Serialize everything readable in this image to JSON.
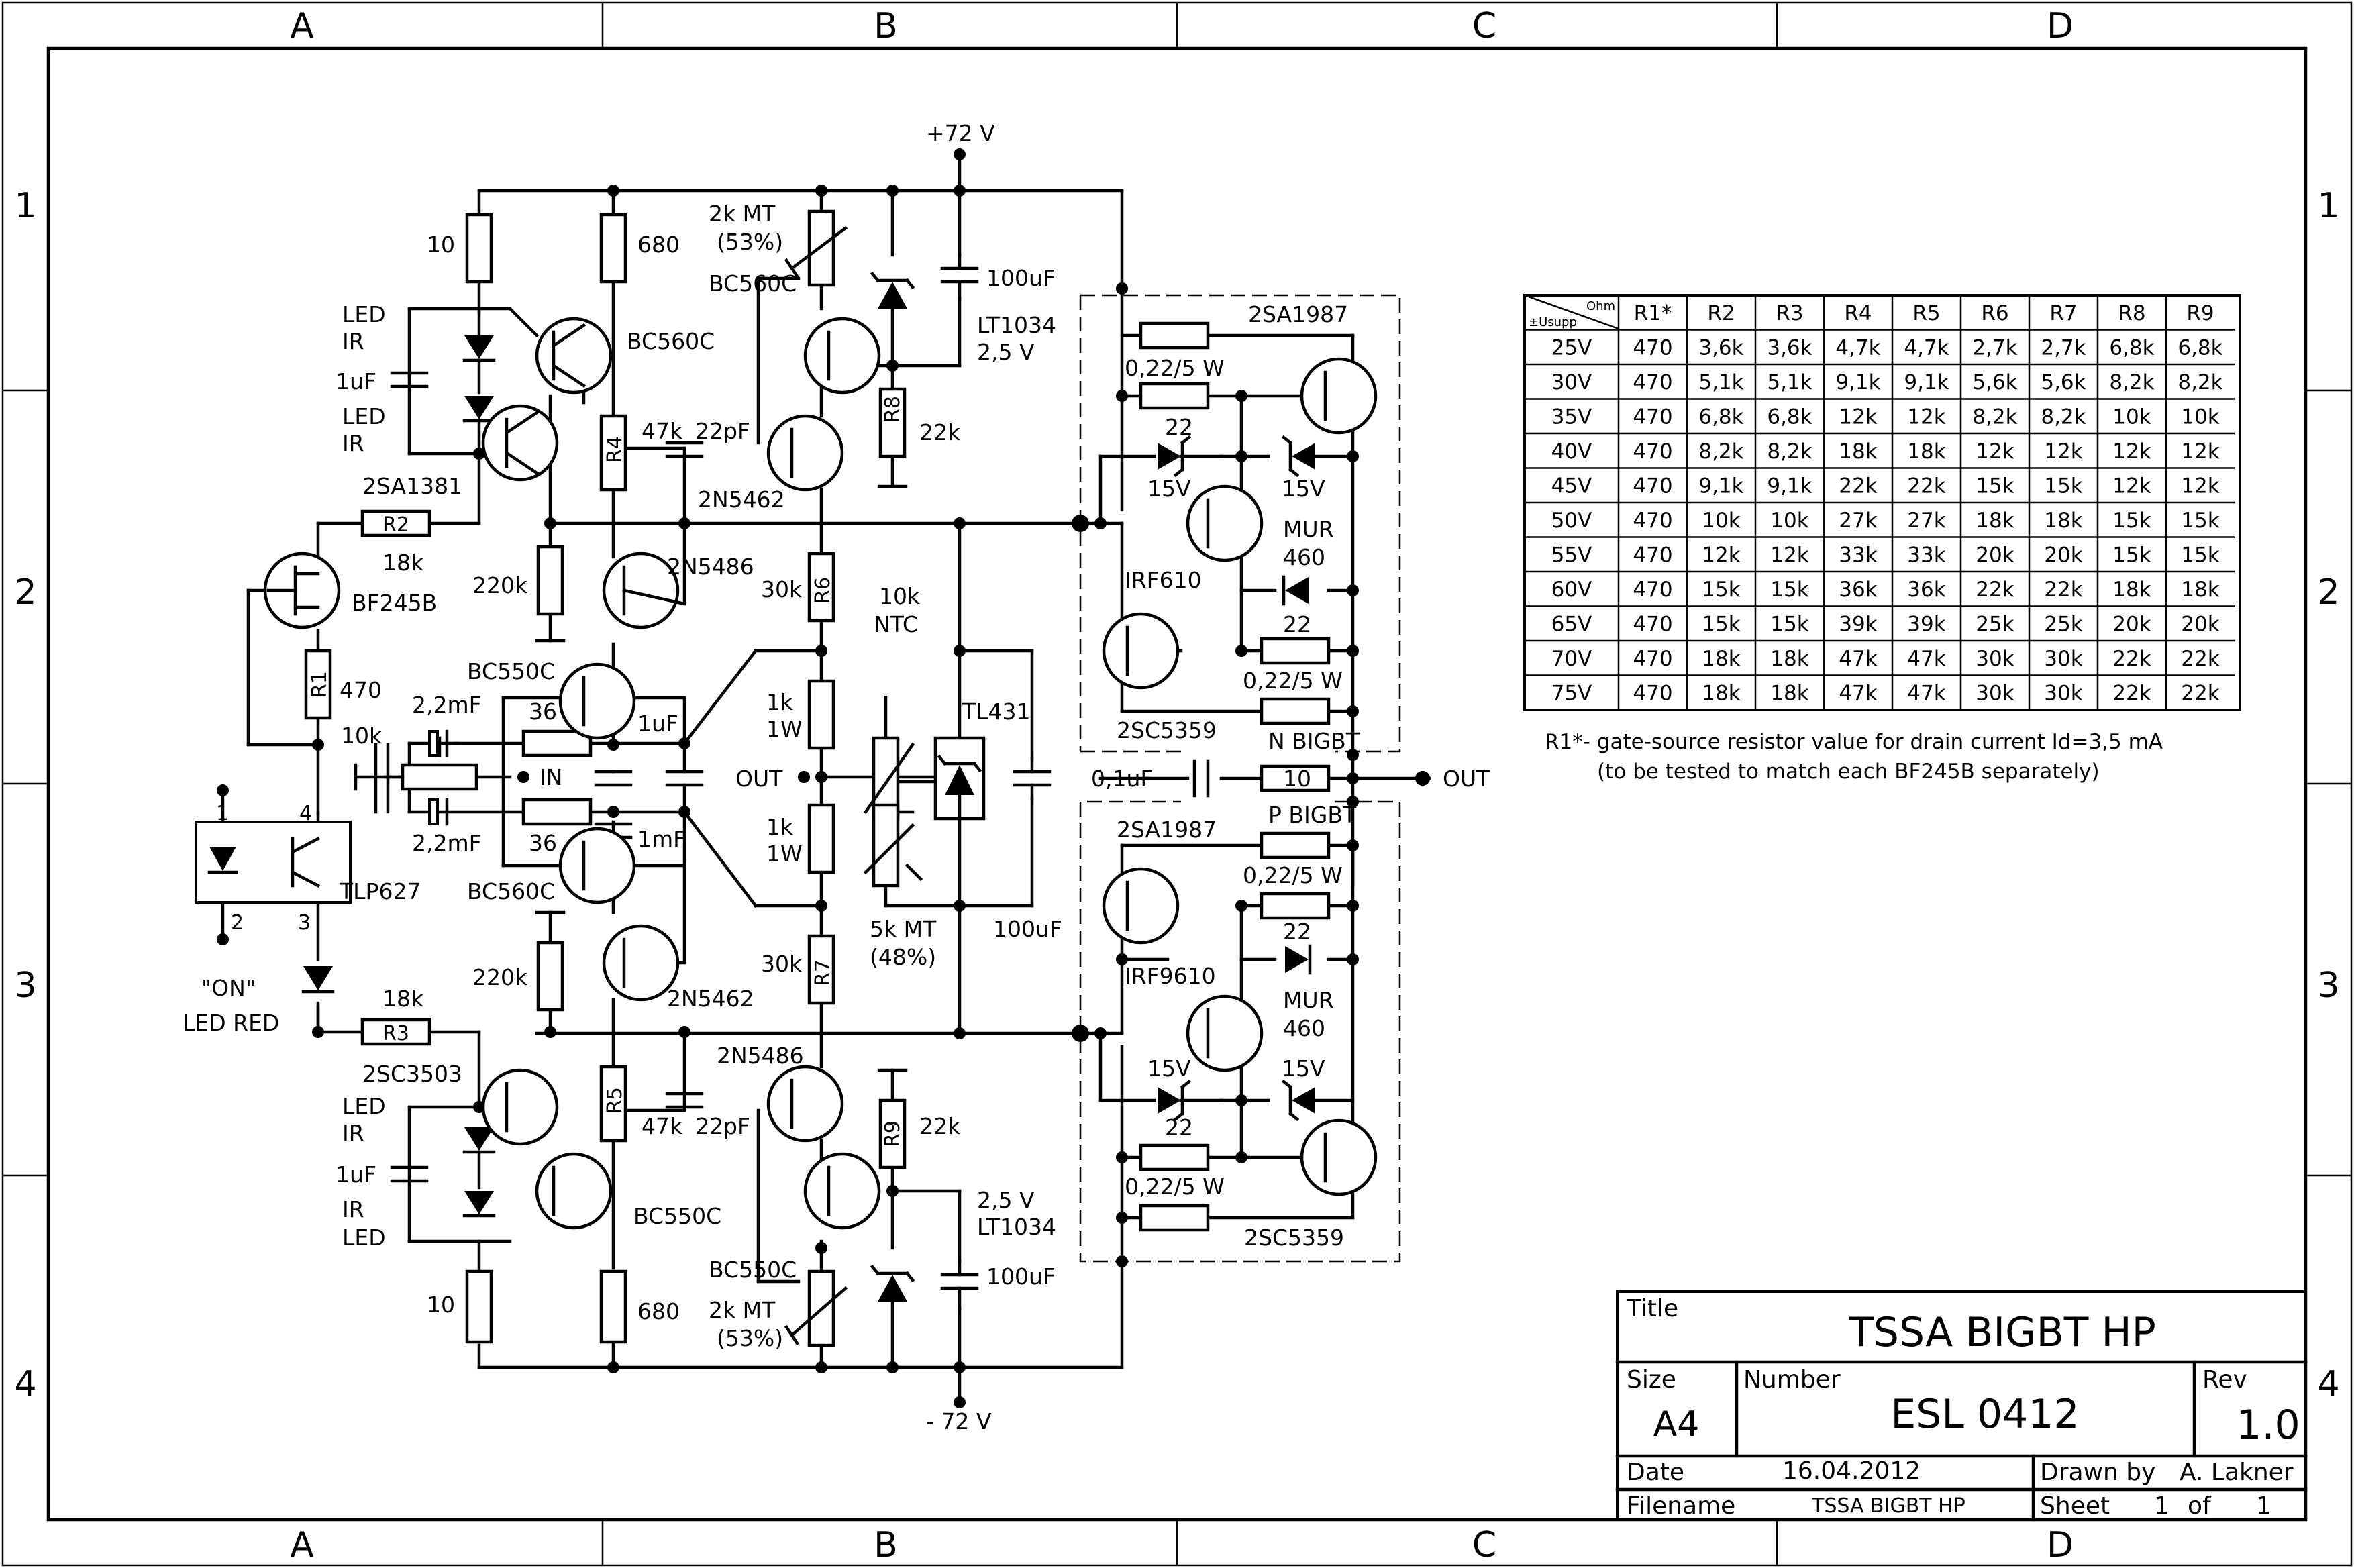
{
  "frame": {
    "columns": [
      "A",
      "B",
      "C",
      "D"
    ],
    "rows": [
      "1",
      "2",
      "3",
      "4"
    ]
  },
  "title_block": {
    "title_caption": "Title",
    "title": "TSSA BIGBT HP",
    "size_caption": "Size",
    "size": "A4",
    "number_caption": "Number",
    "number": "ESL 0412",
    "rev_caption": "Rev",
    "rev": "1.0",
    "date_caption": "Date",
    "date": "16.04.2012",
    "drawn_caption": "Drawn by",
    "drawn": "A. Lakner",
    "filename_caption": "Filename",
    "filename": "TSSA BIGBT HP",
    "sheet_caption": "Sheet",
    "sheet_no": "1",
    "of_caption": "of",
    "sheet_total": "1"
  },
  "table": {
    "corner_top": "Ohm",
    "corner_bottom": "±Usupp",
    "headers": [
      "R1*",
      "R2",
      "R3",
      "R4",
      "R5",
      "R6",
      "R7",
      "R8",
      "R9"
    ],
    "rows": [
      [
        "25V",
        "470",
        "3,6k",
        "3,6k",
        "4,7k",
        "4,7k",
        "2,7k",
        "2,7k",
        "6,8k",
        "6,8k"
      ],
      [
        "30V",
        "470",
        "5,1k",
        "5,1k",
        "9,1k",
        "9,1k",
        "5,6k",
        "5,6k",
        "8,2k",
        "8,2k"
      ],
      [
        "35V",
        "470",
        "6,8k",
        "6,8k",
        "12k",
        "12k",
        "8,2k",
        "8,2k",
        "10k",
        "10k"
      ],
      [
        "40V",
        "470",
        "8,2k",
        "8,2k",
        "18k",
        "18k",
        "12k",
        "12k",
        "12k",
        "12k"
      ],
      [
        "45V",
        "470",
        "9,1k",
        "9,1k",
        "22k",
        "22k",
        "15k",
        "15k",
        "12k",
        "12k"
      ],
      [
        "50V",
        "470",
        "10k",
        "10k",
        "27k",
        "27k",
        "18k",
        "18k",
        "15k",
        "15k"
      ],
      [
        "55V",
        "470",
        "12k",
        "12k",
        "33k",
        "33k",
        "20k",
        "20k",
        "15k",
        "15k"
      ],
      [
        "60V",
        "470",
        "15k",
        "15k",
        "36k",
        "36k",
        "22k",
        "22k",
        "18k",
        "18k"
      ],
      [
        "65V",
        "470",
        "15k",
        "15k",
        "39k",
        "39k",
        "25k",
        "25k",
        "20k",
        "20k"
      ],
      [
        "70V",
        "470",
        "18k",
        "18k",
        "47k",
        "47k",
        "30k",
        "30k",
        "22k",
        "22k"
      ],
      [
        "75V",
        "470",
        "18k",
        "18k",
        "47k",
        "47k",
        "30k",
        "30k",
        "22k",
        "22k"
      ]
    ],
    "note_line1": "R1*- gate-source resistor value for drain current Id=3,5 mA",
    "note_line2": "(to be tested to match each BF245B separately)"
  },
  "labels": {
    "vpos": "+72 V",
    "vneg": "- 72 V",
    "out_main": "OUT",
    "out_mid": "OUT",
    "in": "IN",
    "led_ir_1a": "LED",
    "led_ir_1b": "IR",
    "led_ir_2a": "LED",
    "led_ir_2b": "IR",
    "led_ir_3a": "LED",
    "led_ir_3b": "IR",
    "led_ir_4a": "IR",
    "led_ir_4b": "LED",
    "c_1uf_top": "1uF",
    "c_1uf_bot": "1uF",
    "r10_top": "10",
    "r10_bot": "10",
    "r680_top": "680",
    "r680_bot": "680",
    "bc560c_top": "BC560C",
    "bc560c_trim": "BC560C",
    "bc550c_bot": "BC550C",
    "bc550c_trim": "BC550C",
    "trim_top_a": "2k MT",
    "trim_top_b": "(53%)",
    "trim_bot_a": "2k MT",
    "trim_bot_b": "(53%)",
    "c100_top": "100uF",
    "c100_bot": "100uF",
    "c100_mid": "100uF",
    "lt_top_a": "LT1034",
    "lt_top_b": "2,5 V",
    "lt_bot_a": "2,5 V",
    "lt_bot_b": "LT1034",
    "r22_r8": "22k",
    "r22_r9": "22k",
    "r8": "R8",
    "r9": "R9",
    "r4": "R4",
    "r5": "R5",
    "r6": "R6",
    "r7": "R7",
    "r1": "R1",
    "r2": "R2",
    "r3": "R3",
    "r47k_top": "47k",
    "r47k_bot": "47k",
    "c22pf_top": "22pF",
    "c22pf_bot": "22pF",
    "j2n5462_top": "2N5462",
    "j2n5462_bot": "2N5462",
    "j2n5486_top": "2N5486",
    "j2n5486_bot": "2N5486",
    "r2sa1381": "2SA1381",
    "r2sc3503": "2SC3503",
    "r18k_top": "18k",
    "r18k_bot": "18k",
    "bf245b": "BF245B",
    "r470": "470",
    "r220k_top": "220k",
    "r220k_bot": "220k",
    "bc550c_mid": "BC550C",
    "bc560c_mid": "BC560C",
    "r36_top": "36",
    "r36_bot": "36",
    "c22mf_top": "2,2mF",
    "c22mf_bot": "2,2mF",
    "pot10k": "10k",
    "c1uf_mid": "1uF",
    "c1mf_mid": "1mF",
    "r30k_top": "30k",
    "r30k_bot": "30k",
    "r1k_top_a": "1k",
    "r1k_top_b": "1W",
    "r1k_bot_a": "1k",
    "r1k_bot_b": "1W",
    "ntc_a": "10k",
    "ntc_b": "NTC",
    "tl431": "TL431",
    "pot5k_a": "5k MT",
    "pot5k_b": "(48%)",
    "tlp627": "TLP627",
    "pin1": "1",
    "pin2": "2",
    "pin3": "3",
    "pin4": "4",
    "on_a": "\"ON\"",
    "on_b": "LED RED",
    "q2sa1987_top": "2SA1987",
    "q2sa1987_bot": "2SA1987",
    "q2sc5359_top": "2SC5359",
    "q2sc5359_bot": "2SC5359",
    "r022_1": "0,22/5 W",
    "r022_2": "0,22/5 W",
    "r022_3": "0,22/5 W",
    "r022_4": "0,22/5 W",
    "r22_1": "22",
    "r22_2": "22",
    "r22_3": "22",
    "r22_4": "22",
    "z15_1": "15V",
    "z15_2": "15V",
    "z15_3": "15V",
    "z15_4": "15V",
    "irf610": "IRF610",
    "irf9610": "IRF9610",
    "mur_top_a": "MUR",
    "mur_top_b": "460",
    "mur_bot_a": "MUR",
    "mur_bot_b": "460",
    "n_bigbt": "N BIGBT",
    "p_bigbt": "P BIGBT",
    "c01uf": "0,1uF",
    "r10_out": "10"
  }
}
